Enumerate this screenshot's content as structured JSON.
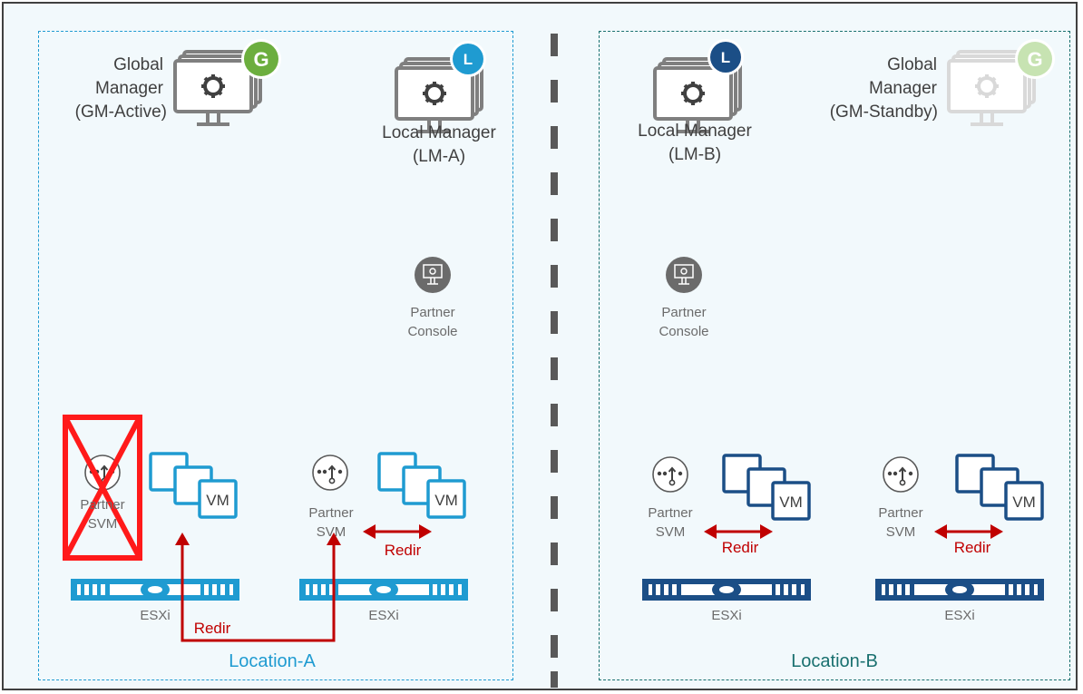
{
  "colors": {
    "location_a": "#1f9bd1",
    "location_b": "#1b4e86",
    "global": "#6cae3e",
    "global_standby": "#c7e3b2",
    "redirect": "#c00000",
    "console": "#6b6b6b"
  },
  "location_a": {
    "title": "Location-A",
    "global_manager": {
      "label_line1": "Global",
      "label_line2": "Manager",
      "label_line3": "(GM-Active)",
      "badge": "G",
      "icon": "gear-monitor-icon"
    },
    "local_manager": {
      "label_line1": "Local Manager",
      "label_line2": "(LM-A)",
      "badge": "L",
      "icon": "gear-monitor-icon"
    },
    "partner_console": {
      "label_line1": "Partner",
      "label_line2": "Console",
      "icon": "console-icon"
    },
    "hosts": [
      {
        "svm_line1": "Partner",
        "svm_line2": "SVM",
        "svm_state": "failed",
        "vm_label": "VM",
        "host_label": "ESXi"
      },
      {
        "svm_line1": "Partner",
        "svm_line2": "SVM",
        "svm_state": "active",
        "vm_label": "VM",
        "host_label": "ESXi",
        "redir_label": "Redir"
      }
    ],
    "cross_host_redir": "Redir"
  },
  "location_b": {
    "title": "Location-B",
    "local_manager": {
      "label_line1": "Local Manager",
      "label_line2": "(LM-B)",
      "badge": "L",
      "icon": "gear-monitor-icon"
    },
    "global_manager": {
      "label_line1": "Global",
      "label_line2": "Manager",
      "label_line3": "(GM-Standby)",
      "badge": "G",
      "icon": "gear-monitor-icon"
    },
    "partner_console": {
      "label_line1": "Partner",
      "label_line2": "Console",
      "icon": "console-icon"
    },
    "hosts": [
      {
        "svm_line1": "Partner",
        "svm_line2": "SVM",
        "vm_label": "VM",
        "host_label": "ESXi",
        "redir_label": "Redir"
      },
      {
        "svm_line1": "Partner",
        "svm_line2": "SVM",
        "vm_label": "VM",
        "host_label": "ESXi",
        "redir_label": "Redir"
      }
    ]
  }
}
